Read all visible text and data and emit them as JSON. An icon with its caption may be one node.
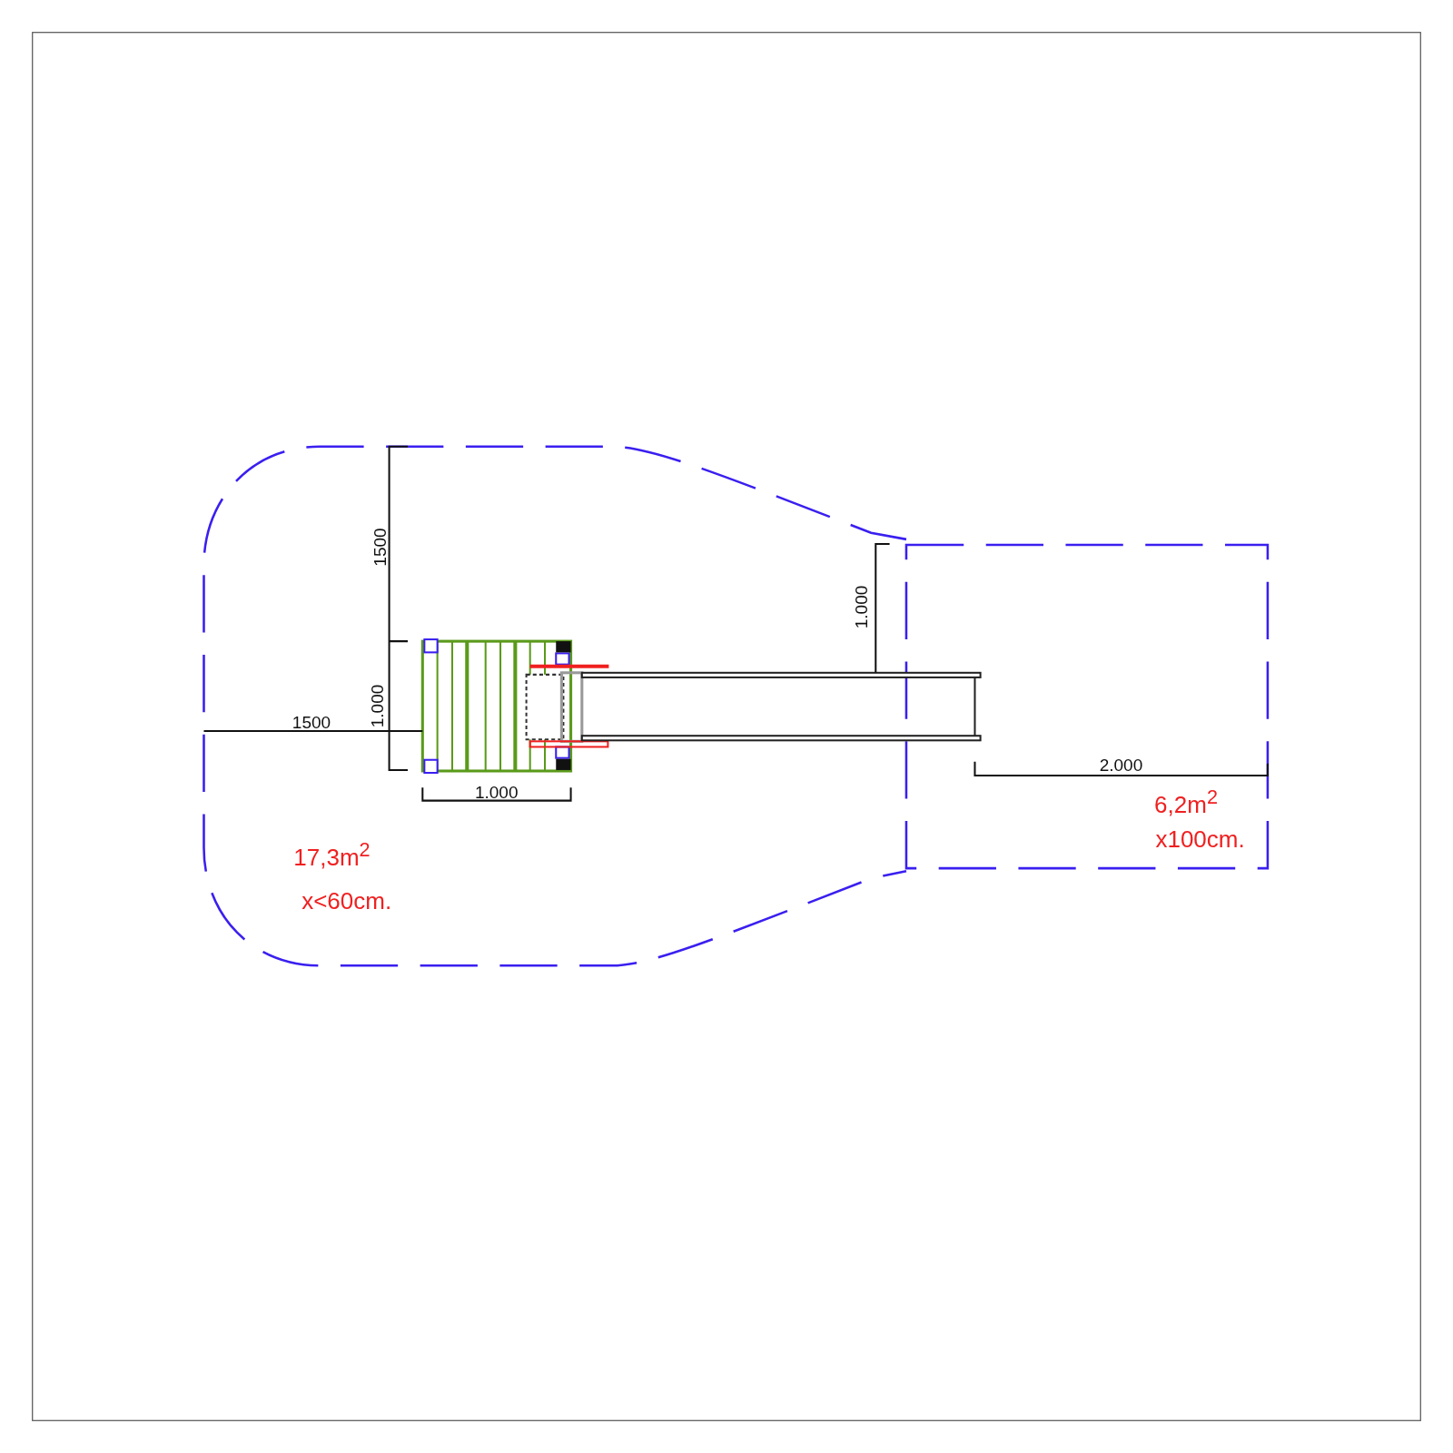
{
  "diagram": {
    "labels": [
      "1500",
      "1.000",
      "1.000",
      "1500",
      "2.000",
      "1.000",
      "6,2m$^{2}$",
      "x100cm.",
      "17,3m$^{2}$",
      "x<60cm."
    ]
  }
}
